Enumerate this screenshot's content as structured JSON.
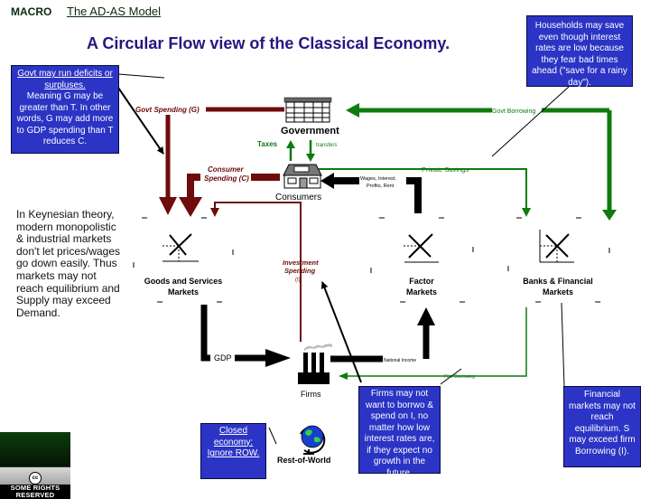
{
  "header": {
    "course": "MACRO",
    "subtitle": "The AD-AS Model",
    "title": "A Circular Flow view of the Classical Economy."
  },
  "notes": {
    "households_save": "Households may save even though interest rates are low because they fear bad times ahead (\"save for a rainy day\").",
    "govt_deficit_heading": "Govt may run deficits or surpluses.",
    "govt_deficit_body": "Meaning G may be greater than T. In other words, G may add more to GDP spending than T reduces C.",
    "keynesian": "In Keynesian theory, modern monopolistic & industrial markets don't let prices/wages go down easily.  Thus markets may not reach equilibrium and Supply may exceed Demand.",
    "closed_economy": "Closed economy: Ignore ROW.",
    "firms_borrow": "Firms may not want to borrwo & spend on  I, no matter how low interest rates are, if they expect no growth in the future.",
    "financial_markets": "Financial markets may not reach equilibrium.  S may exceed firm Borrowing (I)."
  },
  "sectors": {
    "government": "Government",
    "consumers": "Consumers",
    "firms": "Firms",
    "rest_of_world": "Rest-of-World",
    "goods_markets": [
      "Goods and Services",
      "Markets"
    ],
    "factor_markets": [
      "Factor",
      "Markets"
    ],
    "financial_markets": [
      "Banks & Financial",
      "Markets"
    ]
  },
  "flows": {
    "govt_spending": "Govt Spending (G)",
    "govt_borrowing": "Govt Borrowing",
    "taxes": "Taxes",
    "transfers": "transfers",
    "consumer_spending": [
      "Consumer",
      "Spending (C)"
    ],
    "private_savings": "Private Savings",
    "wages": [
      "Wages, Interest,",
      "Profits, Rent"
    ],
    "investment_spending": [
      "Investment",
      "Spending",
      "(I)"
    ],
    "gdp": "GDP",
    "national_income": "National Income",
    "firm_borrowing": "Firm Borrowing"
  },
  "colors": {
    "real_flow": "#6e0b0b",
    "financial_flow": "#0f7a0f",
    "income_flow": "#000000",
    "note_bg": "#2b34c4",
    "title": "#2a1480"
  },
  "license": "SOME RIGHTS RESERVED",
  "license_logo": "cc"
}
